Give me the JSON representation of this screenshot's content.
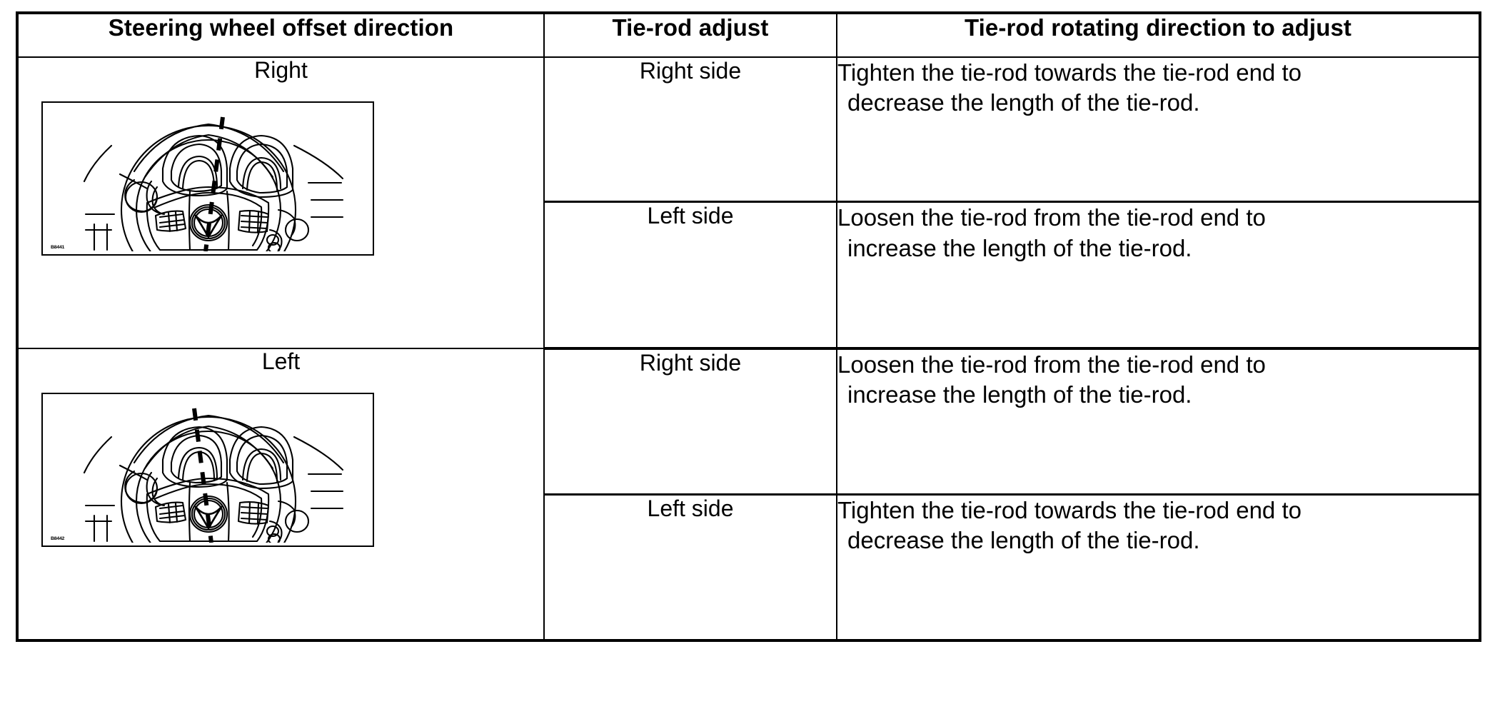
{
  "table": {
    "headers": [
      "Steering wheel offset direction",
      "Tie-rod adjust",
      "Tie-rod rotating direction to adjust"
    ],
    "colors": {
      "border": "#000000",
      "background": "#ffffff",
      "text": "#000000"
    },
    "rows": [
      {
        "direction_label": "Right",
        "figure": {
          "name": "steering-wheel-offset-right-illustration",
          "description": "Line drawing of Mazda steering wheel with dashed centerline tilted to the right",
          "tilt": "right",
          "reference_code": "B8441"
        },
        "subrows": [
          {
            "tie_rod_adjust": "Right side",
            "instruction_line1": "Tighten the tie-rod towards the tie-rod end to",
            "instruction_line2": "decrease the length of the tie-rod."
          },
          {
            "tie_rod_adjust": "Left side",
            "instruction_line1": "Loosen the tie-rod from the tie-rod end to",
            "instruction_line2": "increase the length of the tie-rod."
          }
        ]
      },
      {
        "direction_label": "Left",
        "figure": {
          "name": "steering-wheel-offset-left-illustration",
          "description": "Line drawing of Mazda steering wheel with dashed centerline tilted to the left",
          "tilt": "left",
          "reference_code": "B8442"
        },
        "subrows": [
          {
            "tie_rod_adjust": "Right side",
            "instruction_line1": "Loosen the tie-rod from the tie-rod end to",
            "instruction_line2": "increase the length of the tie-rod."
          },
          {
            "tie_rod_adjust": "Left side",
            "instruction_line1": "Tighten the tie-rod towards the tie-rod end to",
            "instruction_line2": "decrease the length of the tie-rod."
          }
        ]
      }
    ]
  }
}
